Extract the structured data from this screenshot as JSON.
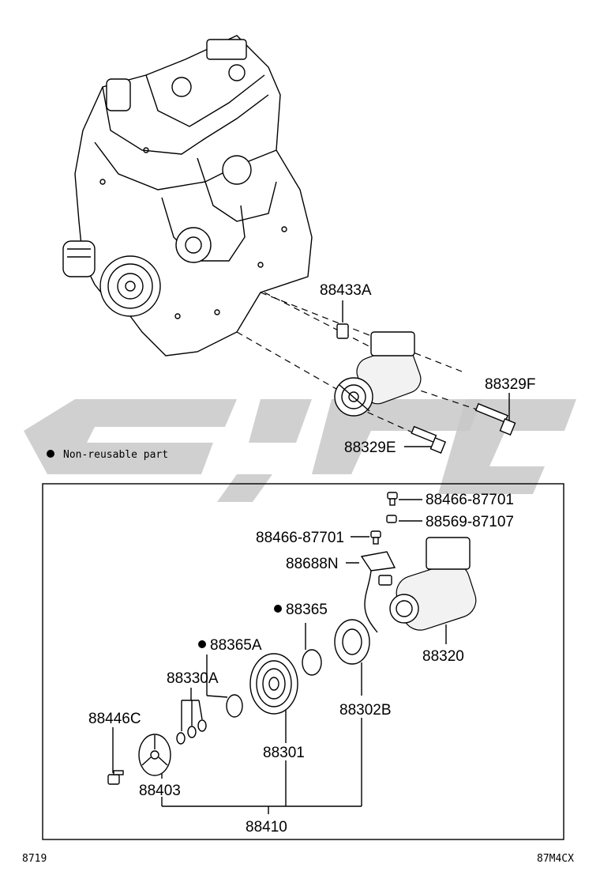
{
  "legend": {
    "marker": "●",
    "text": "Non-reusable part"
  },
  "labels": {
    "p88433A": "88433A",
    "p88329F": "88329F",
    "p88329E": "88329E",
    "p88466_top": "88466-87701",
    "p88569": "88569-87107",
    "p88466_mid": "88466-87701",
    "p88688N": "88688N",
    "p88365": "88365",
    "p88365A": "88365A",
    "p88320": "88320",
    "p88330A": "88330A",
    "p88302B": "88302B",
    "p88446C": "88446C",
    "p88301": "88301",
    "p88403": "88403",
    "p88410": "88410"
  },
  "non_reusable_marker": "●",
  "footer": {
    "left_code": "8719",
    "right_code": "87M4CX"
  }
}
